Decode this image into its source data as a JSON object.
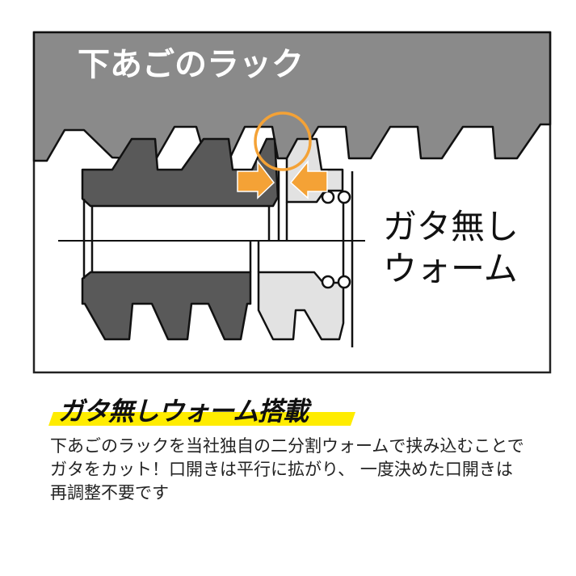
{
  "diagram": {
    "rack_label": "下あごのラック",
    "worm_label_lines": [
      "ガタ無し",
      "ウォーム"
    ],
    "colors": {
      "rack_fill": "#8a8a8a",
      "left_worm_fill": "#595959",
      "right_worm_fill": "#e2e2e2",
      "accent_orange": "#f4a236",
      "outline": "#111111"
    },
    "icons": [
      "arrow-right-icon",
      "arrow-left-icon",
      "highlight-circle-icon",
      "bearing-icon"
    ]
  },
  "feature": {
    "headline": "ガタ無しウォーム搭載",
    "highlight_color": "#ffec00",
    "description_lines": [
      "下あごのラックを当社独自の二分割ウォームで挟み込むことで",
      "ガタをカット！口開きは平行に拡がり、 一度決めた口開きは",
      "再調整不要です"
    ]
  }
}
